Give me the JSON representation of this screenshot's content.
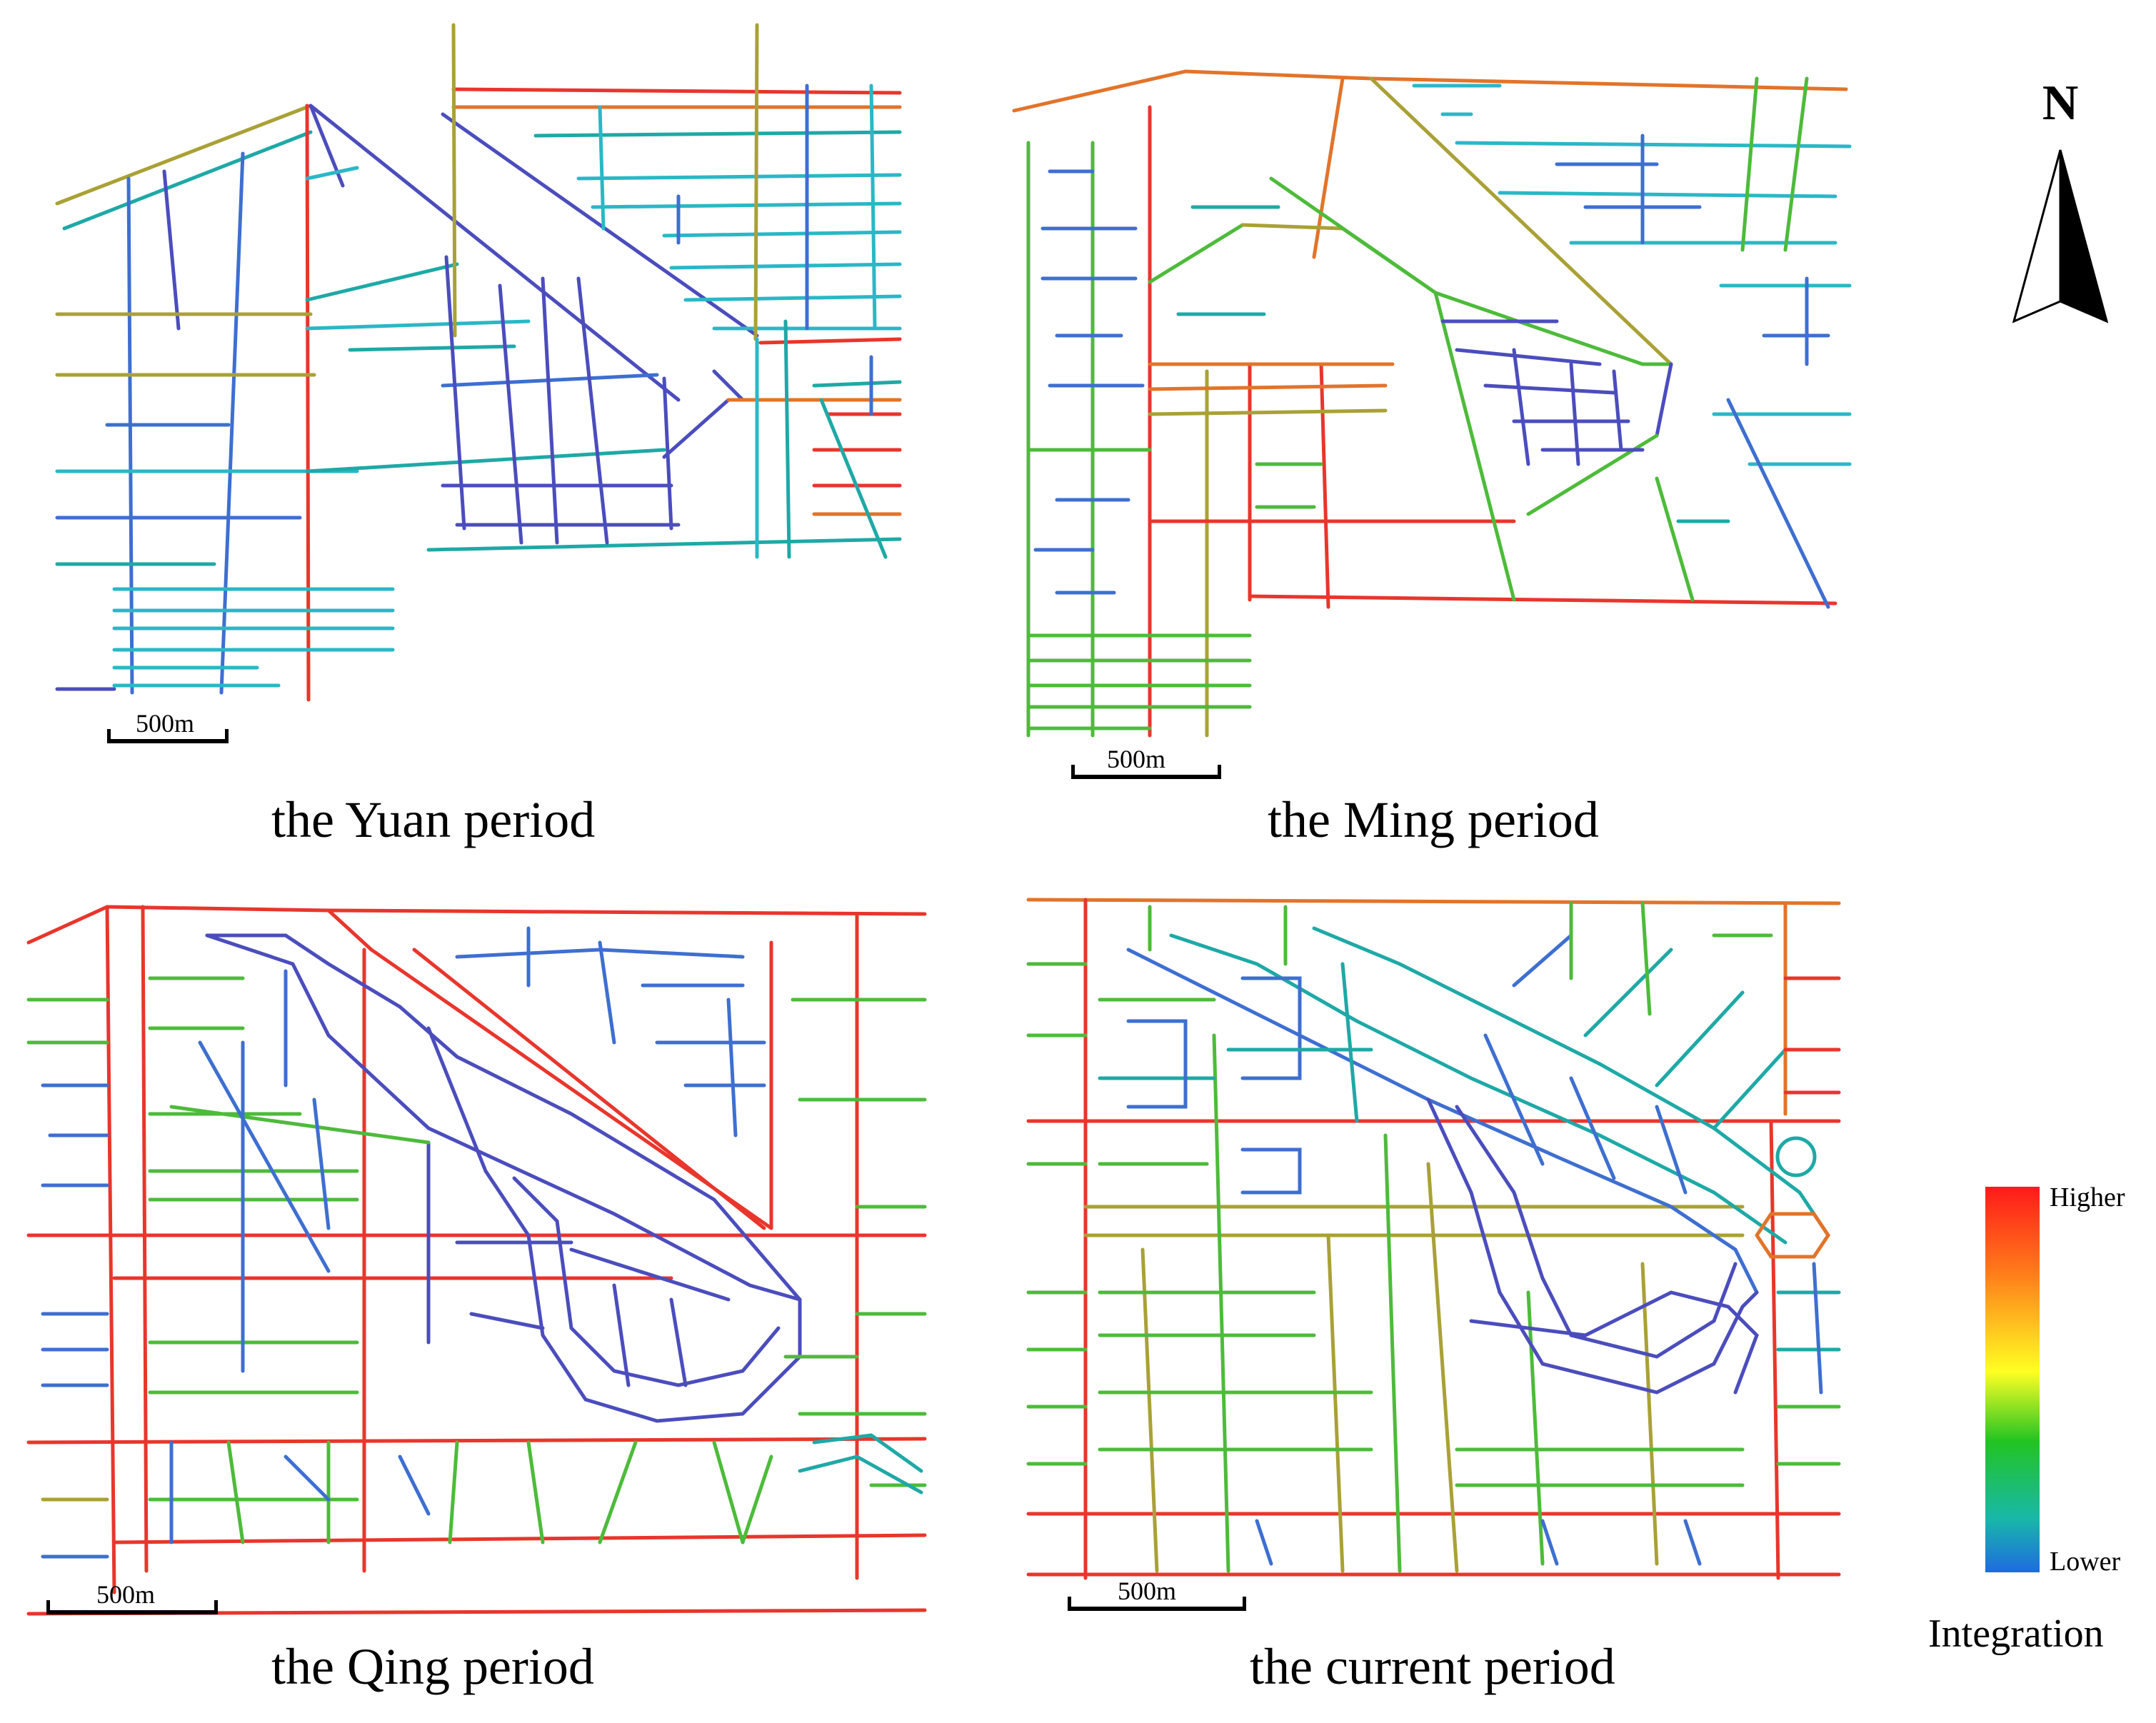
{
  "panels": {
    "yuan": {
      "caption": "the Yuan period",
      "scale_label": "500m"
    },
    "ming": {
      "caption": "the Ming period",
      "scale_label": "500m"
    },
    "qing": {
      "caption": "the Qing period",
      "scale_label": "500m"
    },
    "current": {
      "caption": "the current period",
      "scale_label": "500m"
    }
  },
  "north_arrow": {
    "label": "N"
  },
  "legend": {
    "title": "Integration",
    "high_label": "Higher",
    "low_label": "Lower",
    "colors": [
      "#ff1a1a",
      "#ff7a1a",
      "#ffff22",
      "#22c422",
      "#18b8a8",
      "#1e6be0"
    ]
  },
  "line_colors": {
    "red": "#e8362c",
    "orange": "#e2742a",
    "olive": "#a9a136",
    "green": "#4dbb3a",
    "teal": "#1ea9a6",
    "cyan": "#2bb7c6",
    "blue": "#3e6fd0",
    "indigo": "#4b4dbd"
  }
}
